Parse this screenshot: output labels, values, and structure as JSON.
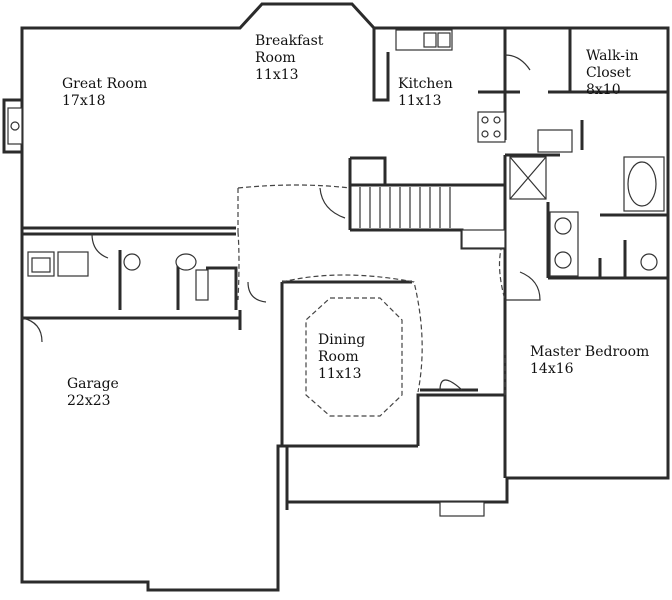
{
  "rooms": {
    "great_room": {
      "name": "Great Room",
      "size": "17x18"
    },
    "breakfast_room": {
      "name_line1": "Breakfast",
      "name_line2": "Room",
      "size": "11x13"
    },
    "kitchen": {
      "name": "Kitchen",
      "size": "11x13"
    },
    "walk_in_closet": {
      "name_line1": "Walk-in",
      "name_line2": "Closet",
      "size": "8x10"
    },
    "dining_room": {
      "name_line1": "Dining",
      "name_line2": "Room",
      "size": "11x13"
    },
    "garage": {
      "name": "Garage",
      "size": "22x23"
    },
    "master_bedroom": {
      "name": "Master Bedroom",
      "size": "14x16"
    }
  },
  "colors": {
    "wall": "#2b2b2b",
    "background": "#ffffff"
  }
}
